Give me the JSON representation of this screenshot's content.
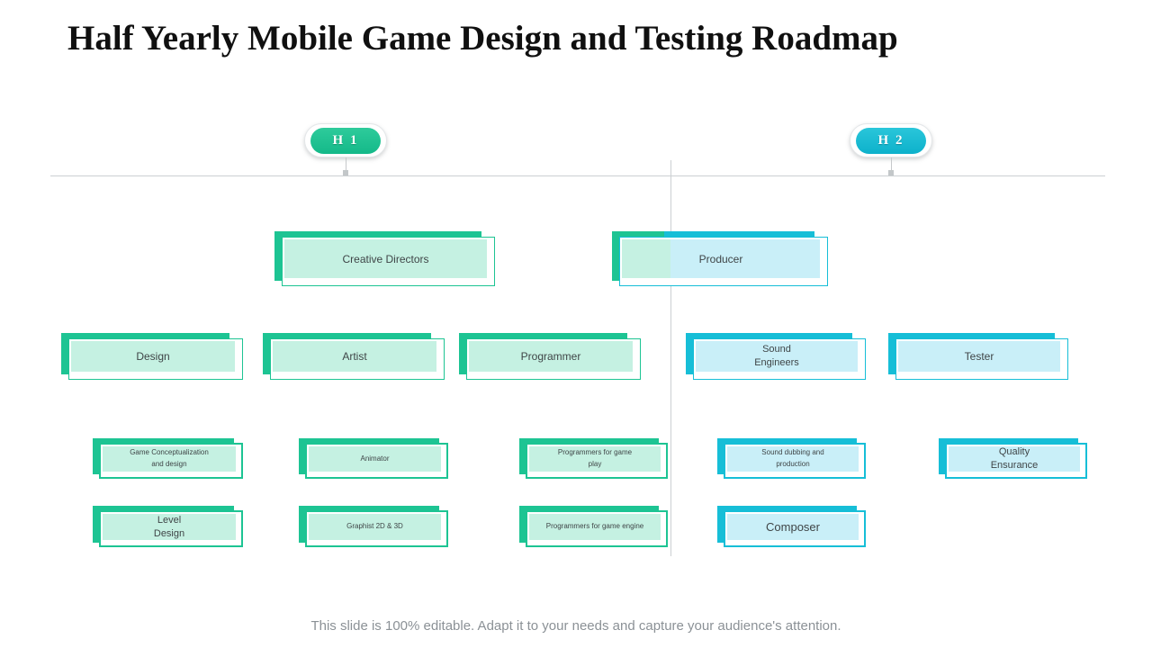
{
  "slide": {
    "title": "Half Yearly Mobile Game Design and Testing Roadmap",
    "footer": "This slide is 100% editable.  Adapt it to your needs and capture your audience's attention."
  },
  "timeline": {
    "h1_label": "H 1",
    "h2_label": "H 2"
  },
  "colors": {
    "green": "#1dc493",
    "green_tint": "#c5f1e2",
    "cyan": "#16bed7",
    "cyan_tint": "#c9eff8",
    "line_gray": "#ccd0d2",
    "box_text": "#3f4547"
  },
  "nodes": {
    "creative_directors": {
      "label": "Creative Directors"
    },
    "producer": {
      "label": "Producer"
    },
    "design": {
      "label": "Design"
    },
    "artist": {
      "label": "Artist"
    },
    "programmer": {
      "label": "Programmer"
    },
    "sound_engineers": {
      "label": "Sound\nEngineers"
    },
    "tester": {
      "label": "Tester"
    },
    "game_conceptualization": {
      "label": "Game Conceptualization\nand design"
    },
    "animator": {
      "label": "Animator"
    },
    "programmers_game_play": {
      "label": "Programmers for game\nplay"
    },
    "sound_dubbing": {
      "label": "Sound dubbing  and\nproduction"
    },
    "quality_ensurance": {
      "label": "Quality\nEnsurance"
    },
    "level_design": {
      "label": "Level\nDesign"
    },
    "graphist": {
      "label": "Graphist 2D & 3D"
    },
    "programmers_game_engine": {
      "label": "Programmers  for game engine"
    },
    "composer": {
      "label": "Composer"
    }
  }
}
